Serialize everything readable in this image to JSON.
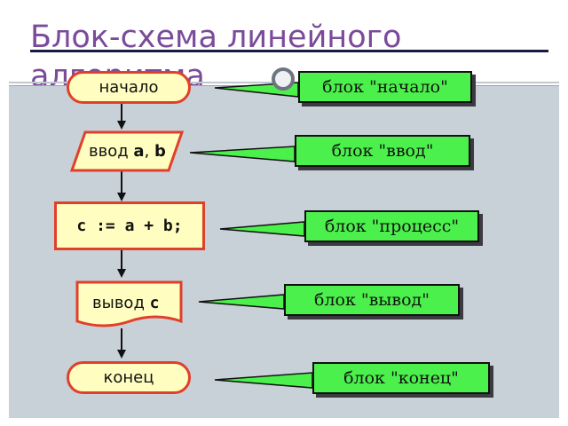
{
  "title": {
    "line1": "Блок-схема линейного",
    "line2": "алгоритма"
  },
  "flowchart": {
    "start": "начало",
    "input": {
      "prefix": "ввод ",
      "var1": "a",
      "sep": ", ",
      "var2": "b"
    },
    "process": "c := a + b;",
    "output": {
      "prefix": "вывод ",
      "var": "c"
    },
    "end": "конец"
  },
  "callouts": {
    "start": "блок \"начало\"",
    "input": "блок \"ввод\"",
    "process": "блок \"процесс\"",
    "output": "блок \"вывод\"",
    "end": "блок \"конец\""
  },
  "colors": {
    "title": "#7b4b9a",
    "shape_fill": "#fffec0",
    "shape_border": "#e0402a",
    "callout_fill": "#4cf04c",
    "panel": "#c8d0d8"
  }
}
